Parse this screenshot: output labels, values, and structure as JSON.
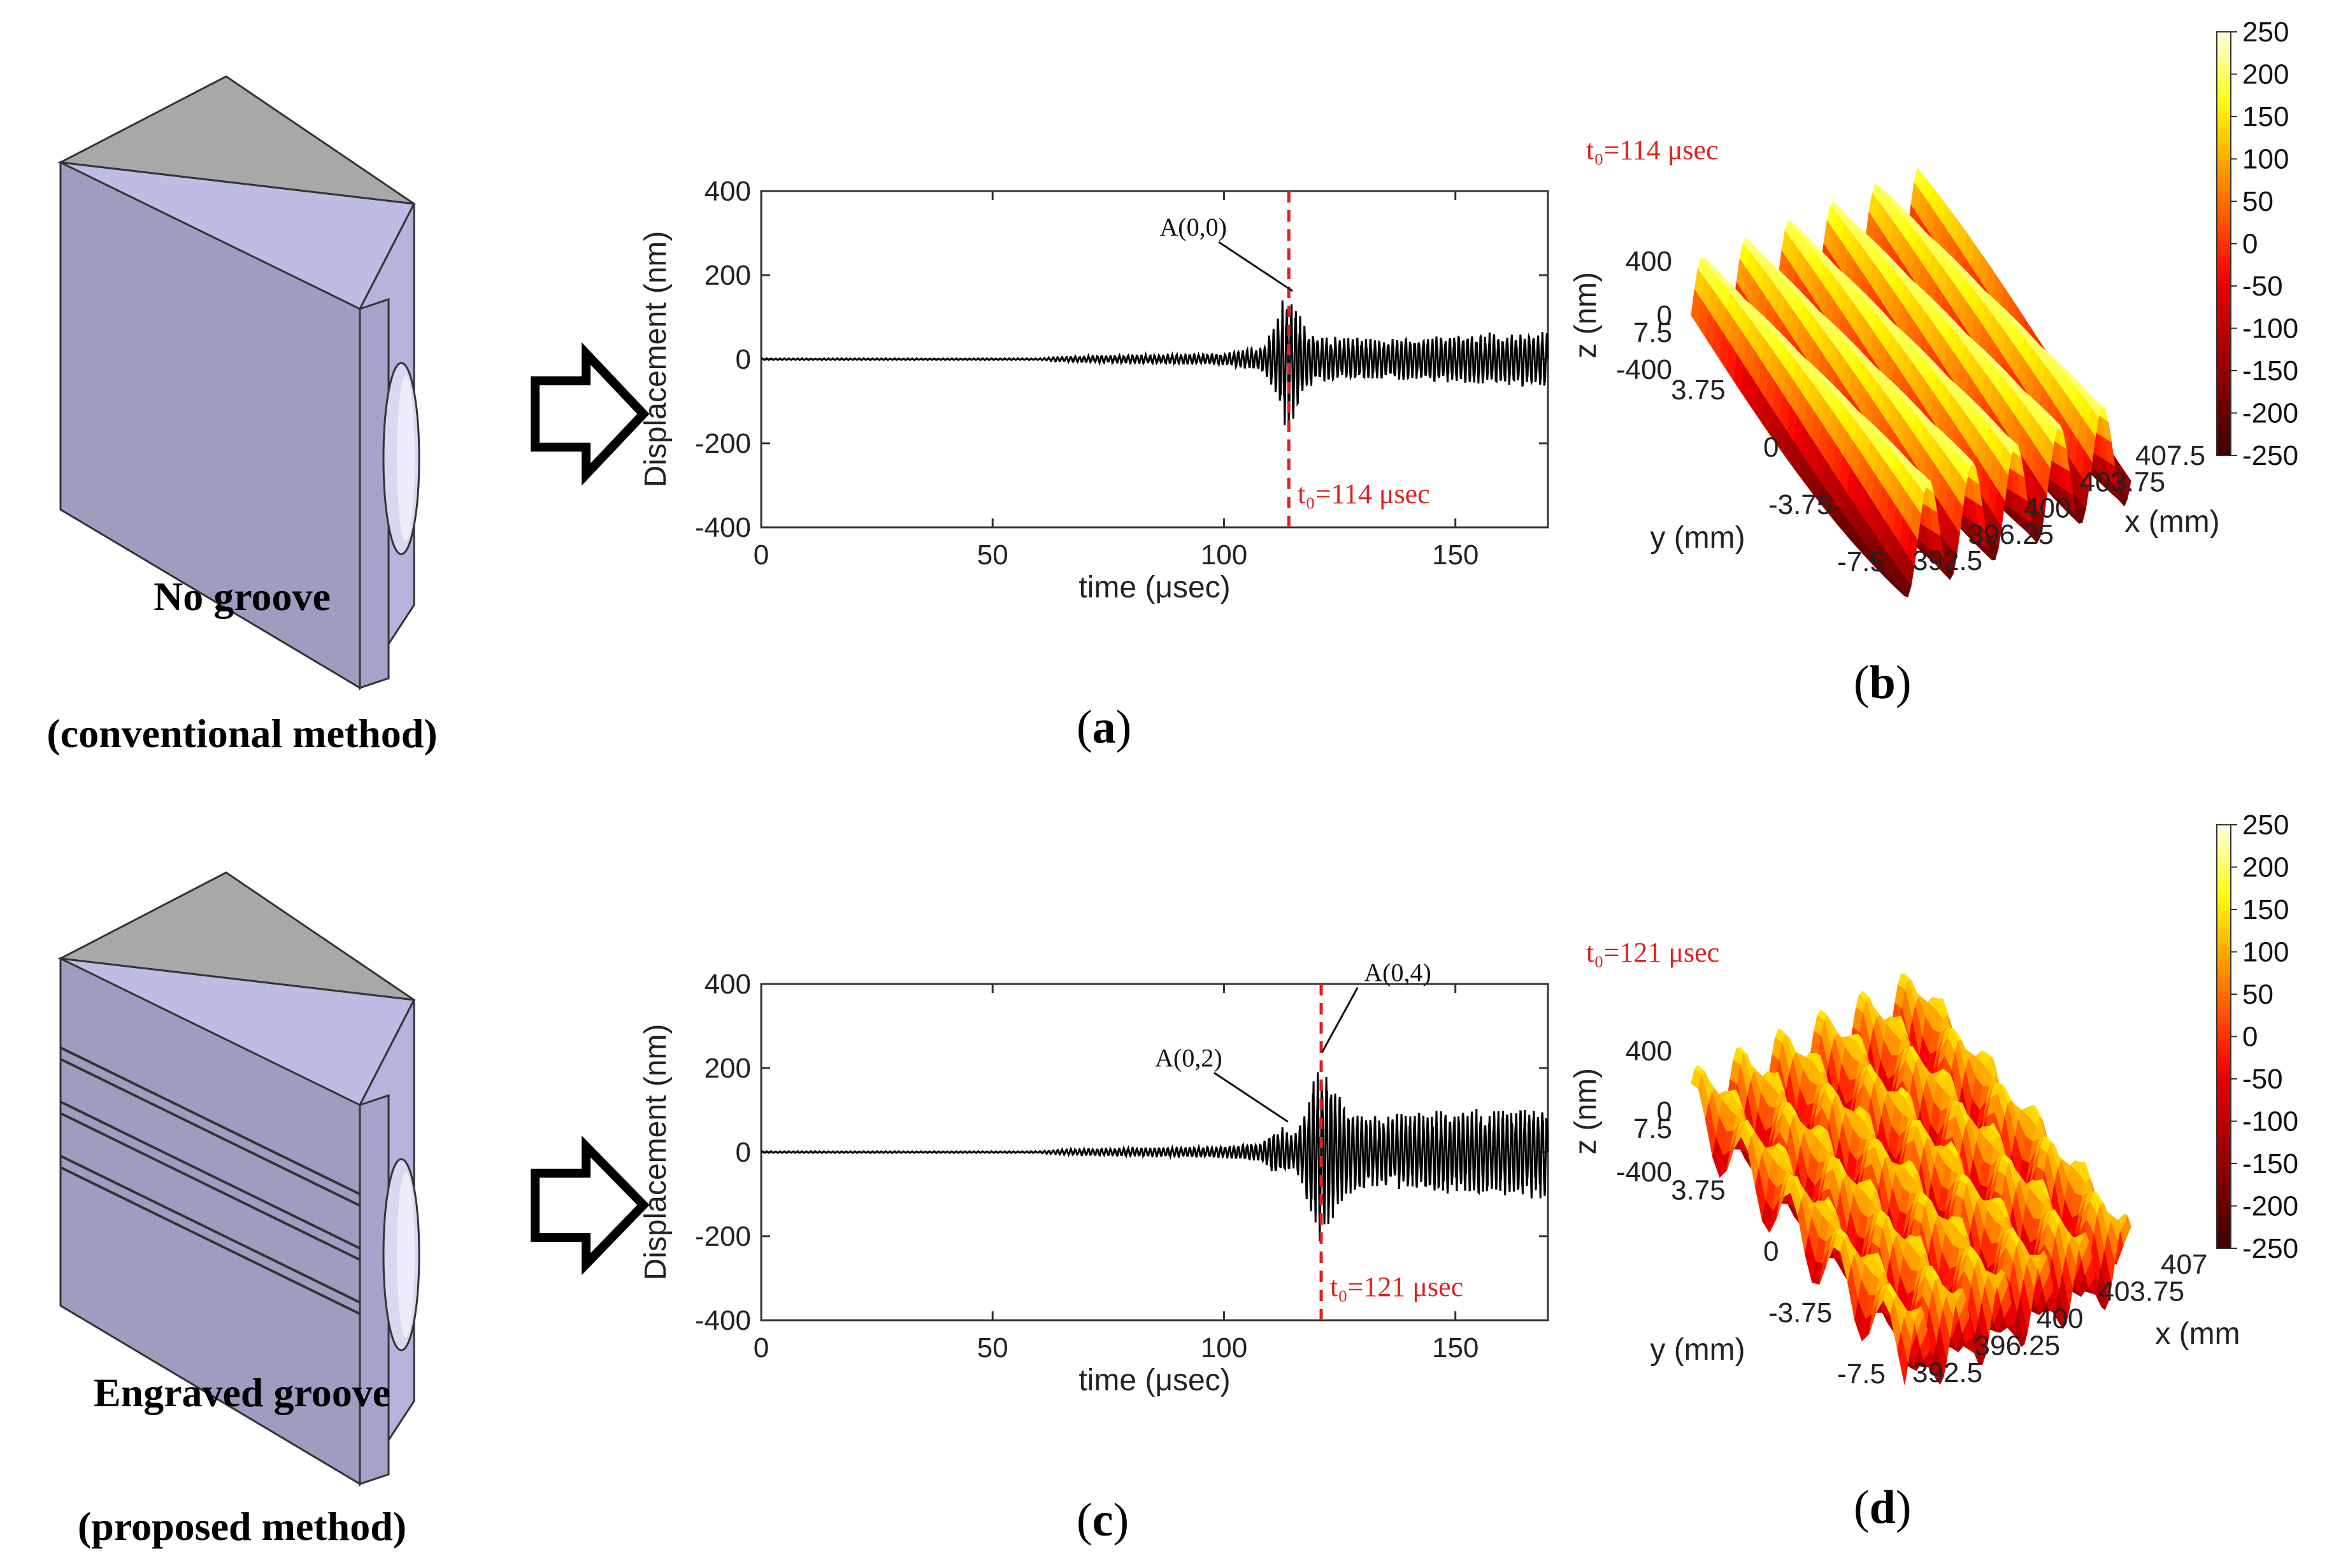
{
  "colors": {
    "wedge_side": "#9d9dc0",
    "wedge_front": "#bcbce4",
    "wedge_top": "#a8a8a8",
    "t0_line": "#e0211d",
    "signal": "#000000"
  },
  "left_panels": [
    {
      "caption_line1": "No groove",
      "caption_line2": "(conventional method)",
      "grooved": false
    },
    {
      "caption_line1": "Engraved groove",
      "caption_line2": "(proposed method)",
      "grooved": true
    }
  ],
  "labels": {
    "a": "a",
    "b": "b",
    "c": "c",
    "d": "d"
  },
  "chart_data": [
    {
      "id": "a",
      "type": "line",
      "xlabel": "time (μsec)",
      "ylabel": "Displacement (nm)",
      "xlim": [
        0,
        170
      ],
      "ylim": [
        -400,
        400
      ],
      "xticks": [
        0,
        50,
        100,
        150
      ],
      "yticks": [
        -400,
        -200,
        0,
        200,
        400
      ],
      "t0": 114,
      "t0_text": "t₀=114 μsec",
      "annotations": [
        {
          "text": "A(0,0)",
          "x": 114,
          "y": 150
        }
      ],
      "envelope": [
        [
          0,
          2
        ],
        [
          60,
          2
        ],
        [
          64,
          6
        ],
        [
          70,
          8
        ],
        [
          80,
          10
        ],
        [
          90,
          12
        ],
        [
          100,
          14
        ],
        [
          108,
          30
        ],
        [
          111,
          80
        ],
        [
          113,
          160
        ],
        [
          114,
          175
        ],
        [
          116,
          120
        ],
        [
          118,
          70
        ],
        [
          122,
          55
        ],
        [
          130,
          50
        ],
        [
          140,
          55
        ],
        [
          150,
          60
        ],
        [
          160,
          65
        ],
        [
          170,
          70
        ]
      ]
    },
    {
      "id": "c",
      "type": "line",
      "xlabel": "time (μsec)",
      "ylabel": "Displacement (nm)",
      "xlim": [
        0,
        170
      ],
      "ylim": [
        -400,
        400
      ],
      "xticks": [
        0,
        50,
        100,
        150
      ],
      "yticks": [
        -400,
        -200,
        0,
        200,
        400
      ],
      "t0": 121,
      "t0_text": "t₀=121 μsec",
      "annotations": [
        {
          "text": "A(0,2)",
          "x": 113,
          "y": 60
        },
        {
          "text": "A(0,4)",
          "x": 122,
          "y": 225
        }
      ],
      "envelope": [
        [
          0,
          2
        ],
        [
          60,
          2
        ],
        [
          64,
          6
        ],
        [
          70,
          8
        ],
        [
          80,
          10
        ],
        [
          90,
          12
        ],
        [
          100,
          14
        ],
        [
          108,
          25
        ],
        [
          111,
          55
        ],
        [
          113,
          60
        ],
        [
          115,
          45
        ],
        [
          117,
          80
        ],
        [
          119,
          180
        ],
        [
          121,
          230
        ],
        [
          123,
          190
        ],
        [
          126,
          120
        ],
        [
          130,
          90
        ],
        [
          140,
          95
        ],
        [
          150,
          105
        ],
        [
          160,
          110
        ],
        [
          170,
          115
        ]
      ]
    },
    {
      "id": "b",
      "type": "surface",
      "title_text": "t₀=114 μsec",
      "xlabel": "x (mm)",
      "ylabel": "y (mm)",
      "zlabel": "z (nm)",
      "xticks": [
        "392.5",
        "396.25",
        "400",
        "403.75",
        "407.5"
      ],
      "yticks": [
        "-7.5",
        "-3.75",
        "0",
        "3.75",
        "7.5"
      ],
      "zticks": [
        "400",
        "0",
        "-400"
      ],
      "colorbar": [
        "250",
        "200",
        "150",
        "100",
        "50",
        "0",
        "-50",
        "-100",
        "-150",
        "-200",
        "-250"
      ],
      "pattern": "ridges"
    },
    {
      "id": "d",
      "type": "surface",
      "title_text": "t₀=121 μsec",
      "xlabel": "x (mm",
      "ylabel": "y (mm)",
      "zlabel": "z (nm)",
      "xticks": [
        "392.5",
        "396.25",
        "400",
        "403.75",
        "407"
      ],
      "yticks": [
        "-7.5",
        "-3.75",
        "0",
        "3.75",
        "7.5"
      ],
      "zticks": [
        "400",
        "0",
        "-400"
      ],
      "colorbar": [
        "250",
        "200",
        "150",
        "100",
        "50",
        "0",
        "-50",
        "-100",
        "-150",
        "-200",
        "-250"
      ],
      "pattern": "bumps"
    }
  ]
}
